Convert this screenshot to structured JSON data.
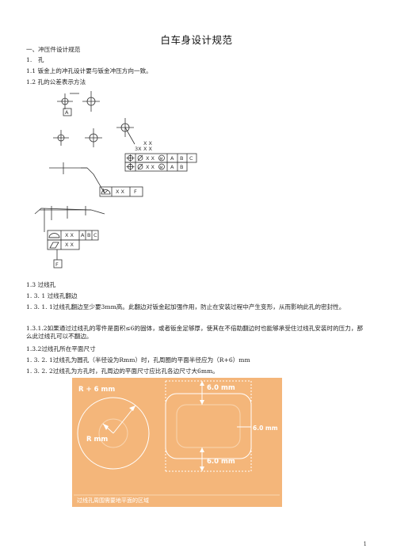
{
  "doc": {
    "title": "白车身设计规范",
    "page_number": "1"
  },
  "lines": {
    "l1": "一、冲压件设计规范",
    "l2": "1.　孔",
    "l3": "1.1 钣金上的冲孔设计要与钣金冲压方向一致。",
    "l4": "1.2 孔的公差表示方法",
    "l5": "1.3 过线孔",
    "l6": "1. 3. 1 过线孔翻边",
    "l7": "1. 3. 1. 1过线孔翻边至少要3mm高。此翻边对钣金起加强作用，防止在安装过程中产生变形，从而影响此孔的密封性。",
    "l8": "1.3.1.2如果通过过线孔的零件是面积≤6的固体，或者钣金足够厚，使其在不倍助翻边时也能够承受住过线孔安装时的压力，那么此过线孔可以不翻边。",
    "l9": "1.3.2过线孔所在平面尺寸",
    "l10": "1. 3. 2. 1过线孔为圆孔（半径设为Rmm）时，孔周圈的平面半径应为（R+6）mm",
    "l11": "1. 3. 2. 2过线孔为方孔时，孔周边的平面尺寸应比孔各边尺寸大6mm。"
  },
  "tolerance_figure": {
    "datum_a": "A",
    "count_label": "3X",
    "xx_top": "X X",
    "xx_bottom": "X X",
    "frame1": [
      "X X",
      "M",
      "A",
      "B",
      "C"
    ],
    "frame2": [
      "X X",
      "M",
      "A",
      "B"
    ],
    "frame3": [
      "X X",
      "F"
    ],
    "frame4": [
      "X X",
      "A",
      "B",
      "C"
    ],
    "frame5": [
      "X X"
    ],
    "datum_f": "F"
  },
  "hole_figure": {
    "circle_outer": "R + 6 mm",
    "circle_inner": "R mm",
    "dim_top": "6.0 mm",
    "dim_right": "6.0 mm",
    "dim_bottom": "6.0 mm",
    "caption": "过线孔周围需要地平面的区域"
  }
}
